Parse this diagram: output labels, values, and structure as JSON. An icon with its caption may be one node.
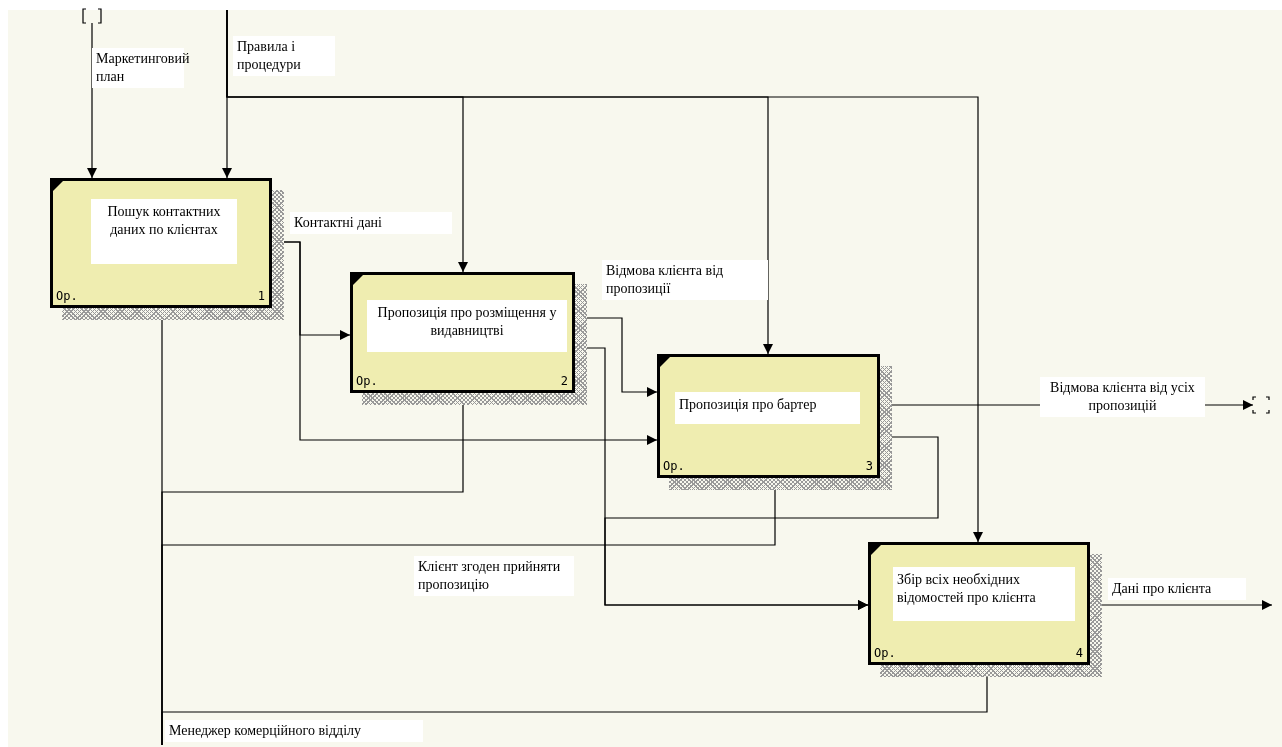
{
  "diagram": {
    "nodes": [
      {
        "text": [
          "Пошук контактних даних по клієнтах",
          "Ор.",
          "1"
        ]
      },
      {
        "text": [
          "Пропозиція про розміщення у видавництві",
          "Ор.",
          "2"
        ]
      },
      {
        "text": [
          "Пропозиція про бартер",
          "Ор.",
          "3"
        ]
      },
      {
        "text": [
          "Збір всіх необхідних відомостей про клієнта",
          "Ор.",
          "4"
        ]
      },
      {
        "text": [],
        "shape": "bracket"
      },
      {
        "text": [],
        "shape": "bracket"
      }
    ],
    "edges": [
      {
        "from": 4,
        "to": 0,
        "arrow": "to",
        "label": "Маркетинговий план"
      },
      {
        "from": null,
        "to": 0,
        "arrow": "to",
        "label": "Правила і процедури"
      },
      {
        "from": null,
        "to": 1,
        "arrow": "to"
      },
      {
        "from": null,
        "to": 2,
        "arrow": "to"
      },
      {
        "from": null,
        "to": 3,
        "arrow": "to"
      },
      {
        "from": 0,
        "to": 1,
        "arrow": "to",
        "label": "Контактні дані"
      },
      {
        "from": 0,
        "to": 2,
        "arrow": "to"
      },
      {
        "from": 1,
        "to": 2,
        "arrow": "to",
        "label": "Відмова клієнта від пропозиції"
      },
      {
        "from": 1,
        "to": 3,
        "arrow": "to",
        "label": "Клієнт згоден прийняти пропозицію"
      },
      {
        "from": 2,
        "to": 3,
        "arrow": "to"
      },
      {
        "from": 2,
        "to": 5,
        "arrow": "to",
        "label": "Відмова клієнта від усіх пропозицій"
      },
      {
        "from": 3,
        "to": null,
        "arrow": "to",
        "label": "Дані про клієнта"
      },
      {
        "from": null,
        "to": 0,
        "arrow": "to",
        "label": "Менеджер комерційного відділу"
      },
      {
        "from": null,
        "to": 1,
        "arrow": "to"
      },
      {
        "from": null,
        "to": 2,
        "arrow": "to"
      },
      {
        "from": null,
        "to": 3,
        "arrow": "to"
      }
    ]
  }
}
